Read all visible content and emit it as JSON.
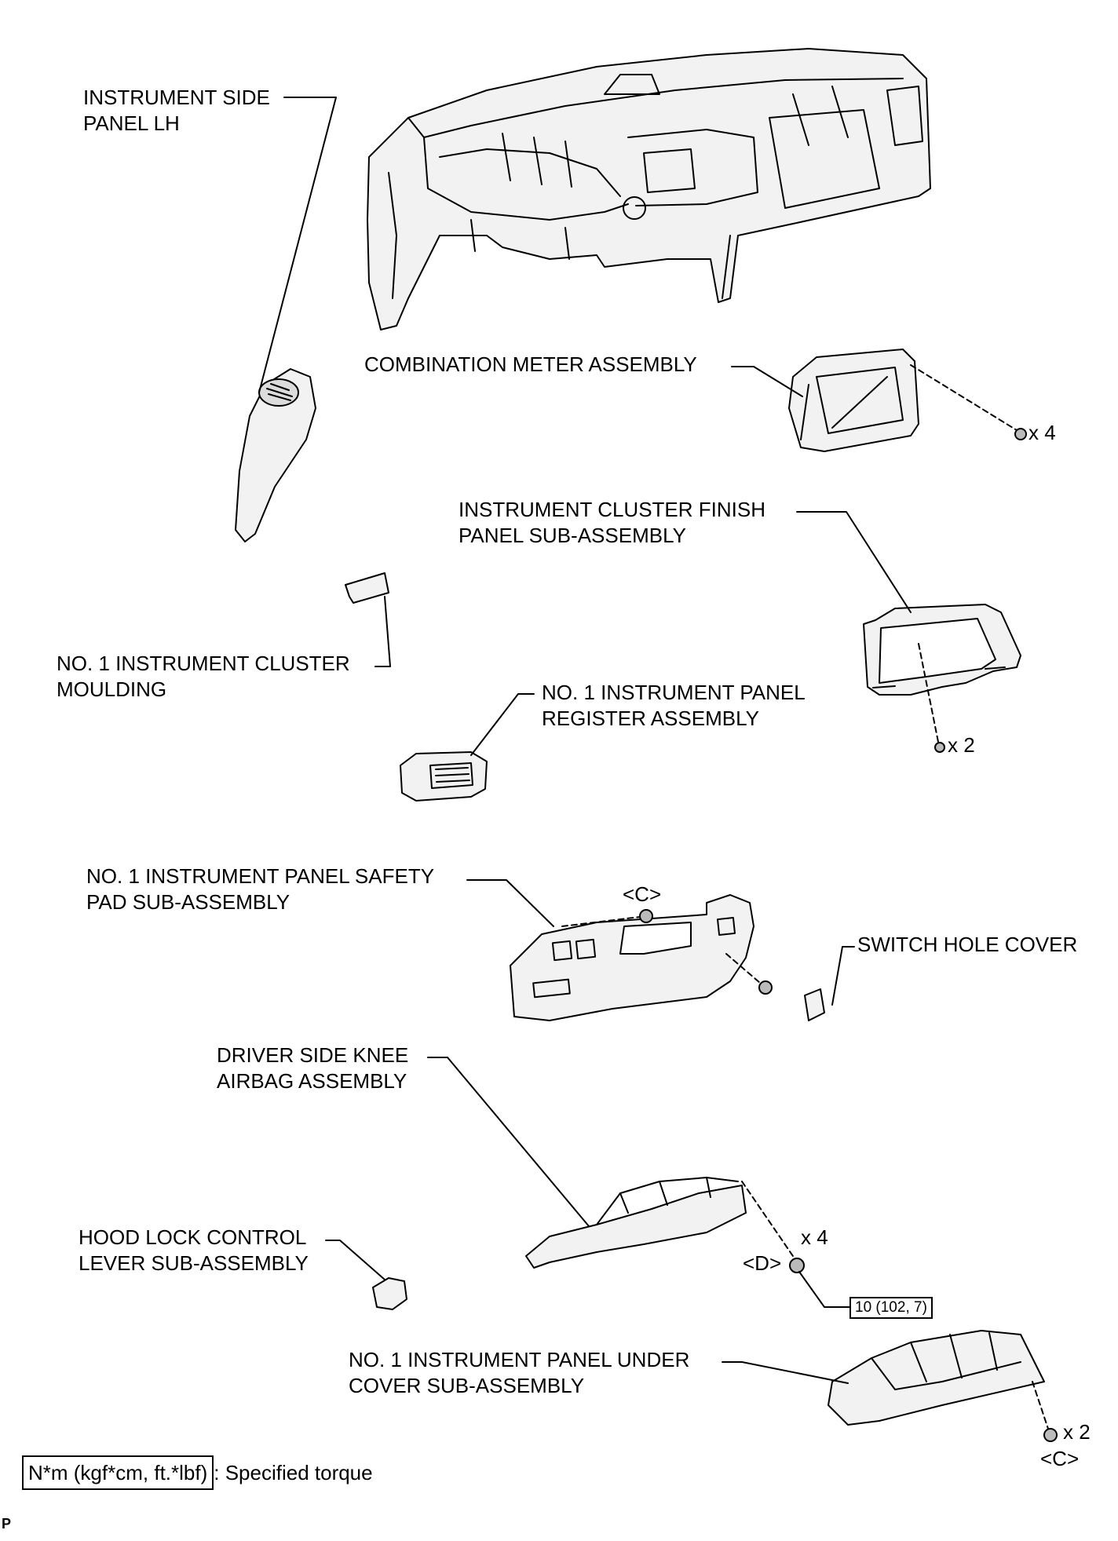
{
  "labels": {
    "side_panel": [
      "INSTRUMENT SIDE",
      "PANEL LH"
    ],
    "combination_meter": [
      "COMBINATION METER ASSEMBLY"
    ],
    "cluster_finish": [
      "INSTRUMENT CLUSTER FINISH",
      "PANEL SUB-ASSEMBLY"
    ],
    "cluster_moulding": [
      "NO. 1 INSTRUMENT CLUSTER",
      "MOULDING"
    ],
    "register": [
      "NO. 1 INSTRUMENT PANEL",
      "REGISTER ASSEMBLY"
    ],
    "safety_pad": [
      "NO. 1 INSTRUMENT PANEL SAFETY",
      "PAD SUB-ASSEMBLY"
    ],
    "switch_hole_cover": [
      "SWITCH HOLE COVER"
    ],
    "knee_airbag": [
      "DRIVER SIDE KNEE",
      "AIRBAG ASSEMBLY"
    ],
    "hood_lock": [
      "HOOD LOCK CONTROL",
      "LEVER SUB-ASSEMBLY"
    ],
    "under_cover": [
      "NO. 1 INSTRUMENT PANEL UNDER",
      "COVER SUB-ASSEMBLY"
    ]
  },
  "fasteners": {
    "meter_qty": "x 4",
    "finish_qty": "x 2",
    "safety_pad_code": "<C>",
    "knee_qty": "x 4",
    "knee_code": "<D>",
    "under_qty": "x 2",
    "under_code": "<C>"
  },
  "torque": {
    "knee_value": "10 (102, 7)"
  },
  "legend": {
    "box_text": "N*m (kgf*cm, ft.*lbf)",
    "description": ": Specified torque"
  },
  "corner_mark": "P"
}
